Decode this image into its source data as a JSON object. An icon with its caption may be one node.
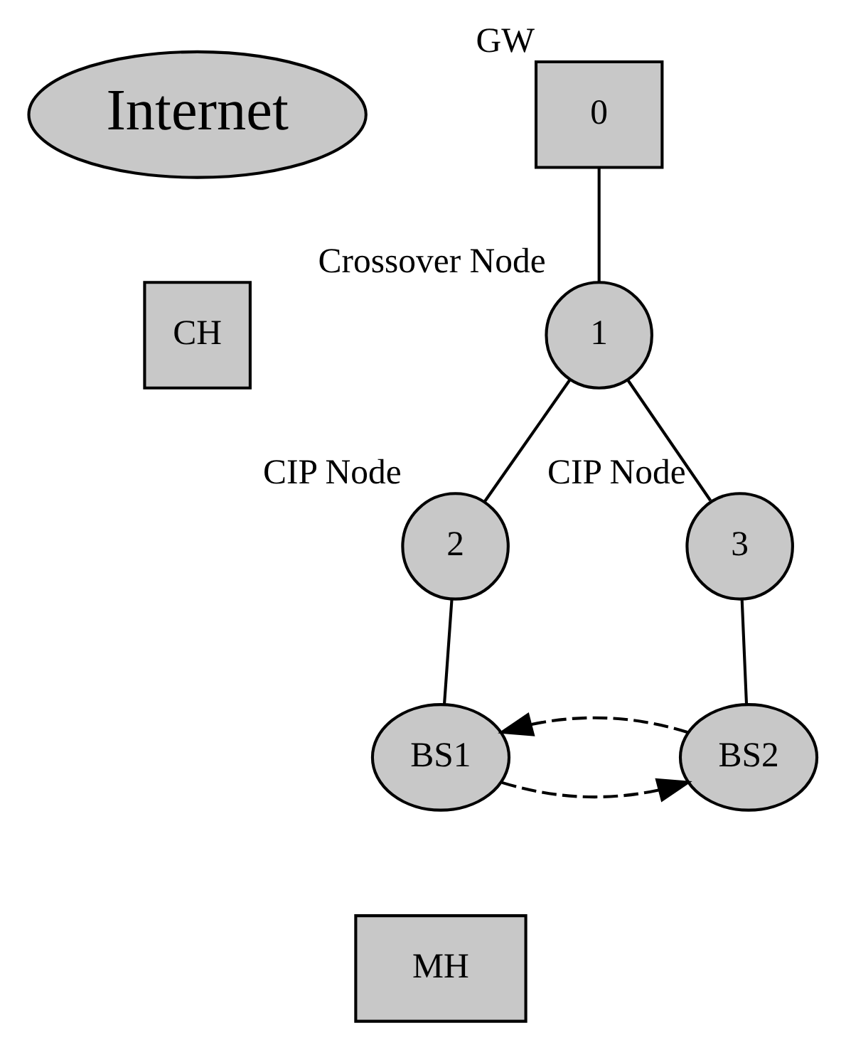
{
  "diagram": {
    "nodes": [
      {
        "text": [
          "Internet"
        ]
      },
      {
        "text": [
          "CH"
        ]
      },
      {
        "text": [
          "0"
        ],
        "beside": [
          "GW"
        ]
      },
      {
        "text": [
          "1"
        ],
        "beside": [
          "Crossover Node"
        ]
      },
      {
        "text": [
          "2"
        ],
        "beside": [
          "CIP Node"
        ]
      },
      {
        "text": [
          "3"
        ],
        "beside": [
          "CIP Node"
        ]
      },
      {
        "text": [
          "BS1"
        ]
      },
      {
        "text": [
          "BS2"
        ]
      },
      {
        "text": [
          "MH"
        ]
      }
    ],
    "edges": [
      {
        "from": 2,
        "to": 3,
        "arrow": "none"
      },
      {
        "from": 3,
        "to": 4,
        "arrow": "none"
      },
      {
        "from": 3,
        "to": 5,
        "arrow": "none"
      },
      {
        "from": 4,
        "to": 6,
        "arrow": "none"
      },
      {
        "from": 5,
        "to": 7,
        "arrow": "none"
      },
      {
        "from": 6,
        "to": 7,
        "arrow": "to",
        "style": "dashed"
      },
      {
        "from": 7,
        "to": 6,
        "arrow": "to",
        "style": "dashed"
      }
    ]
  }
}
